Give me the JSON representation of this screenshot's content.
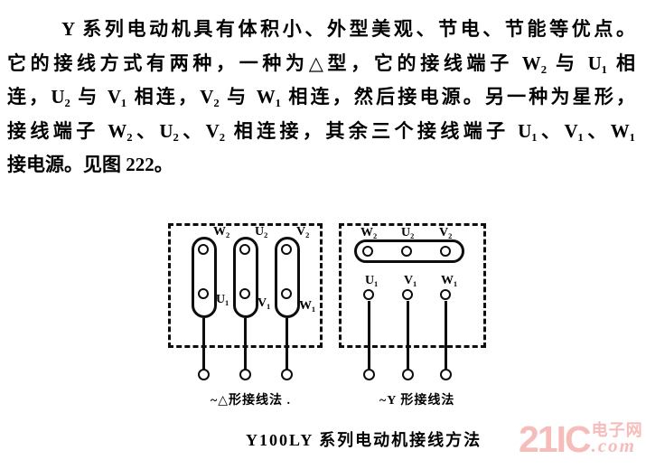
{
  "page": {
    "background": "#ffffff",
    "ink": "#000000"
  },
  "paragraph": {
    "lines": [
      "Y 系列电动机具有体积小、外型美观、节电、节能等优点。",
      "它的接线方式有两种，一种为△型，它的接线端子 W₂ 与 U₁ 相",
      "连，U₂ 与 V₁ 相连，V₂ 与 W₁ 相连，然后接电源。另一种为星形，",
      "接线端子 W₂、U₂、V₂ 相连接，其余三个接线端子 U₁、V₁、W₁",
      "接电源。见图 222。"
    ]
  },
  "figure": {
    "delta": {
      "top_terminals": [
        "W₂",
        "U₂",
        "V₂"
      ],
      "bottom_terminals": [
        "U₁",
        "V₁",
        "W₁"
      ],
      "label": "~△形接线法 ."
    },
    "star": {
      "top_terminals": [
        "W₂",
        "U₂",
        "V₂"
      ],
      "bottom_terminals": [
        "U₁",
        "V₁",
        "W₁"
      ],
      "label": "~Y 形接线法"
    },
    "caption": "Y100LY 系列电动机接线方法"
  },
  "watermark": {
    "brand": "21IC",
    "site": "电子网",
    "domain": ".com",
    "color": "#f5bcba"
  }
}
